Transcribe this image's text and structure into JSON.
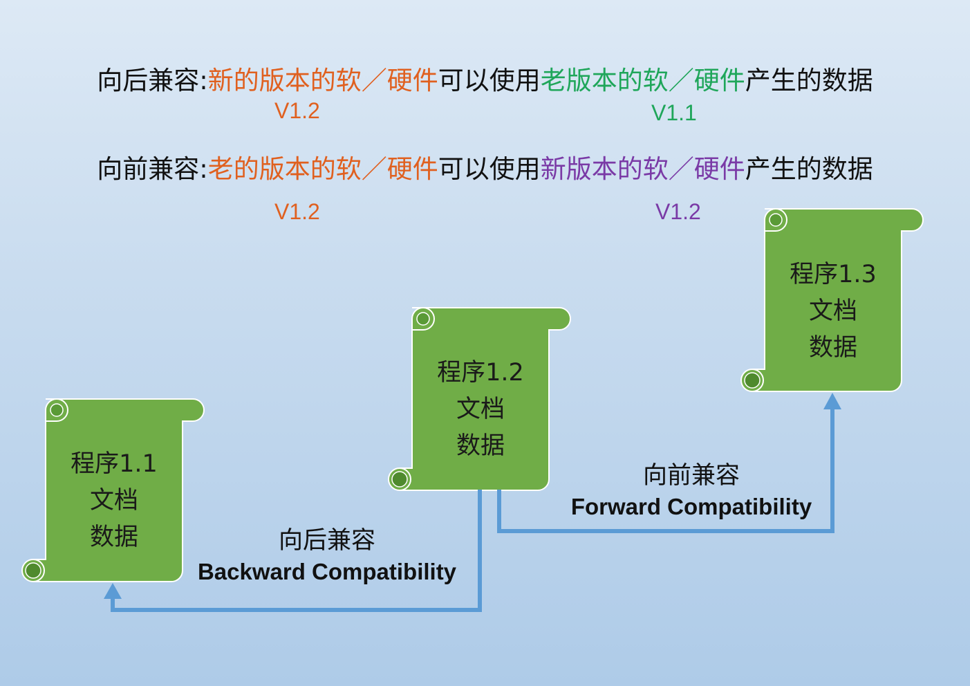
{
  "definitions": {
    "backward": {
      "label": "向后兼容:",
      "new_sw": "新的版本的软／硬件",
      "can_use": "可以使用",
      "old_sw": "老版本的软／硬件",
      "produced": "产生的数据",
      "new_version": "V1.2",
      "old_version": "V1.1"
    },
    "forward": {
      "label": "向前兼容:",
      "old_sw": "老的版本的软／硬件",
      "can_use": "可以使用",
      "new_sw": "新版本的软／硬件",
      "produced": "产生的数据",
      "old_version": "V1.2",
      "new_version": "V1.2"
    }
  },
  "scrolls": [
    {
      "program": "程序1.1",
      "doc": "文档",
      "data": "数据"
    },
    {
      "program": "程序1.2",
      "doc": "文档",
      "data": "数据"
    },
    {
      "program": "程序1.3",
      "doc": "文档",
      "data": "数据"
    }
  ],
  "arrows": {
    "backward": {
      "zh": "向后兼容",
      "en": "Backward Compatibility"
    },
    "forward": {
      "zh": "向前兼容",
      "en": "Forward Compatibility"
    }
  },
  "colors": {
    "scroll_fill": "#70ad47",
    "scroll_stroke": "#ffffff",
    "arrow": "#5b9bd5",
    "orange_text": "#e0601f",
    "green_text": "#1fa65a",
    "purple_text": "#7a3aa6"
  }
}
